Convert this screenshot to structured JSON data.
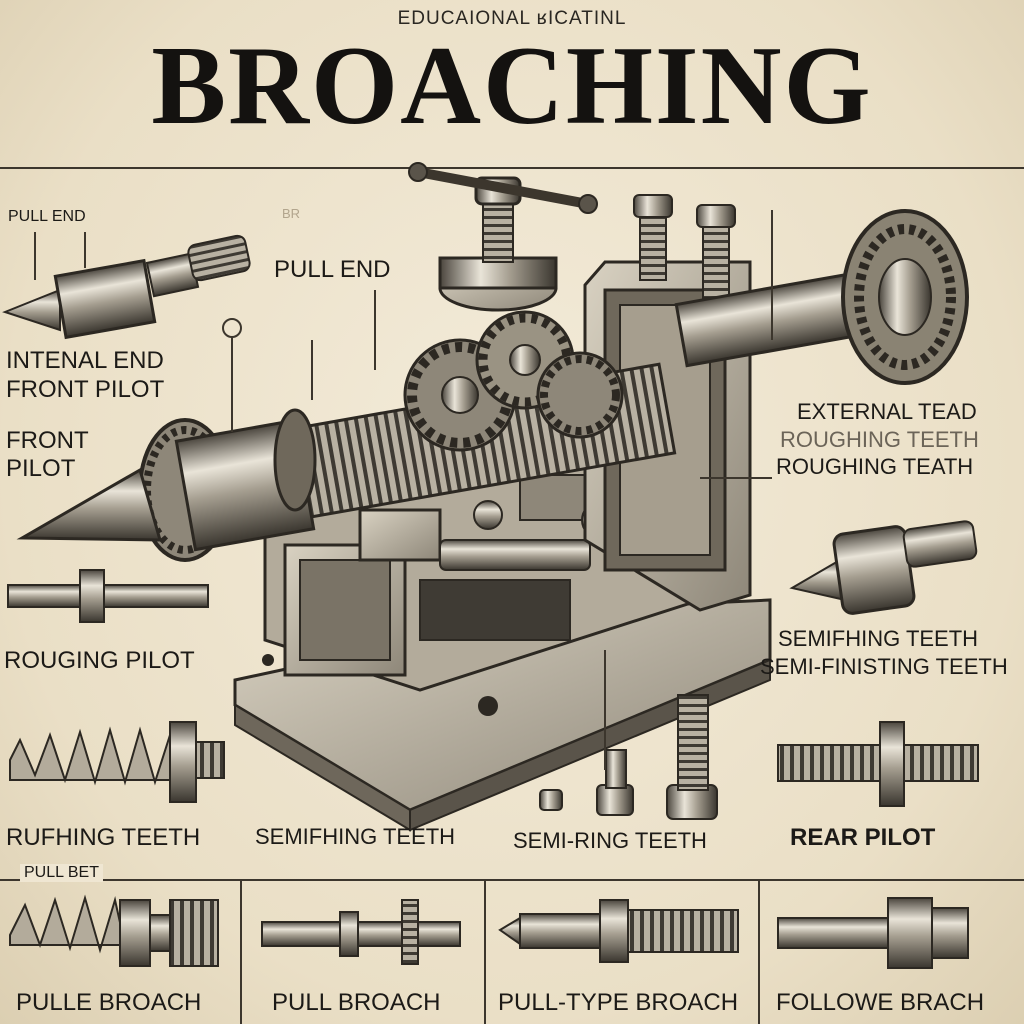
{
  "header": {
    "subtitle": "EDUCAIONAL ʁICATINL",
    "title": "BROACHING"
  },
  "labels": {
    "pull_end_top_left": "PULL END",
    "pull_end_center": "PULL END",
    "internal_end": "INTENAL END",
    "front_pilot_a": "FRONT PILOT",
    "front_pilot_b": "FRONT",
    "front_pilot_c": "PILOT",
    "external_tead": "EXTERNAL TEAD",
    "roughing_teeth_a": "ROUGHING TEETH",
    "roughing_teeth_b": "ROUGHING TEATH",
    "semifinishing_a": "SEMIFHING TEETH",
    "semifinishing_b": "SEMI-FINISTING TEETH",
    "rouging_pilot": "ROUGING PILOT",
    "rufhing_teeth": "RUFHING TEETH",
    "semifhing_teeth": "SEMIFHING TEETH",
    "semi_ring_teeth": "SEMI-RING TEETH",
    "rear_pilot": "REAR PILOT",
    "faint_br": "BR"
  },
  "bottom_panel": {
    "section_label": "PULL BET",
    "cells": [
      {
        "label": "PULLE BROACH"
      },
      {
        "label": "PULL   BROACH"
      },
      {
        "label": "PULL-TYPE BROACH"
      },
      {
        "label": "FOLLOWE BRACH"
      }
    ]
  },
  "colors": {
    "paper": "#efe6d2",
    "ink": "#1c1a17",
    "metal_light": "#d8d2c4",
    "metal_dark": "#5a544a"
  }
}
